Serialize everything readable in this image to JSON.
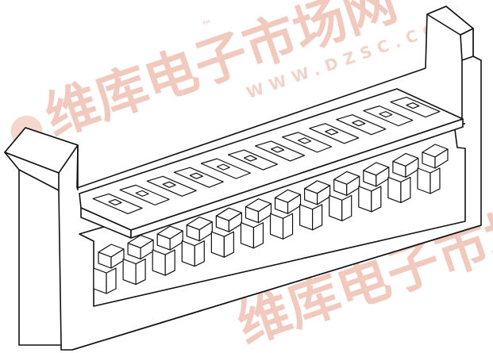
{
  "watermark": {
    "name": "维库电子市场网",
    "url": "WWW.DZSC.COM",
    "trademark": "™",
    "color": "#f2c9bd",
    "icon": "watermark-logo"
  },
  "component": {
    "kind": "pin-header-connector",
    "contact_count": 12,
    "line_color": "#111111"
  }
}
